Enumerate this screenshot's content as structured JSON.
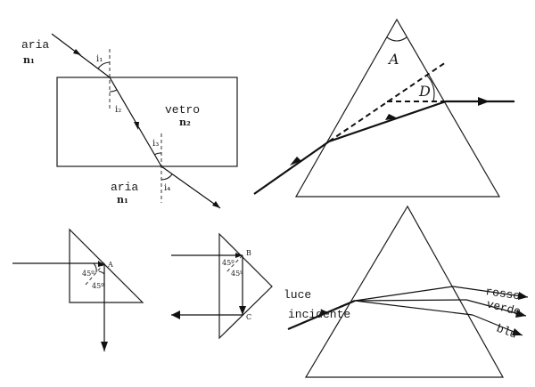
{
  "refraction": {
    "medium_top": "aria",
    "index_top": "n₁",
    "medium_mid": "vetro",
    "index_mid": "n₂",
    "medium_bottom": "aria",
    "index_bottom": "n₁",
    "angle_i1": "i₁",
    "angle_i2": "i₂",
    "angle_i3": "i₃",
    "angle_i4": "i₄"
  },
  "deviation_prism": {
    "apex_angle": "A",
    "deviation_angle": "D"
  },
  "reflection_prism_1": {
    "angle_top": "45º",
    "angle_bottom": "45º",
    "point": "A"
  },
  "reflection_prism_2": {
    "angle_top": "45º",
    "angle_bottom": "45º",
    "point_b": "B",
    "point_c": "C"
  },
  "dispersion": {
    "incident_line1": "luce",
    "incident_line2": "incidente",
    "red": "rosso",
    "green": "verde",
    "blue": "blu"
  }
}
